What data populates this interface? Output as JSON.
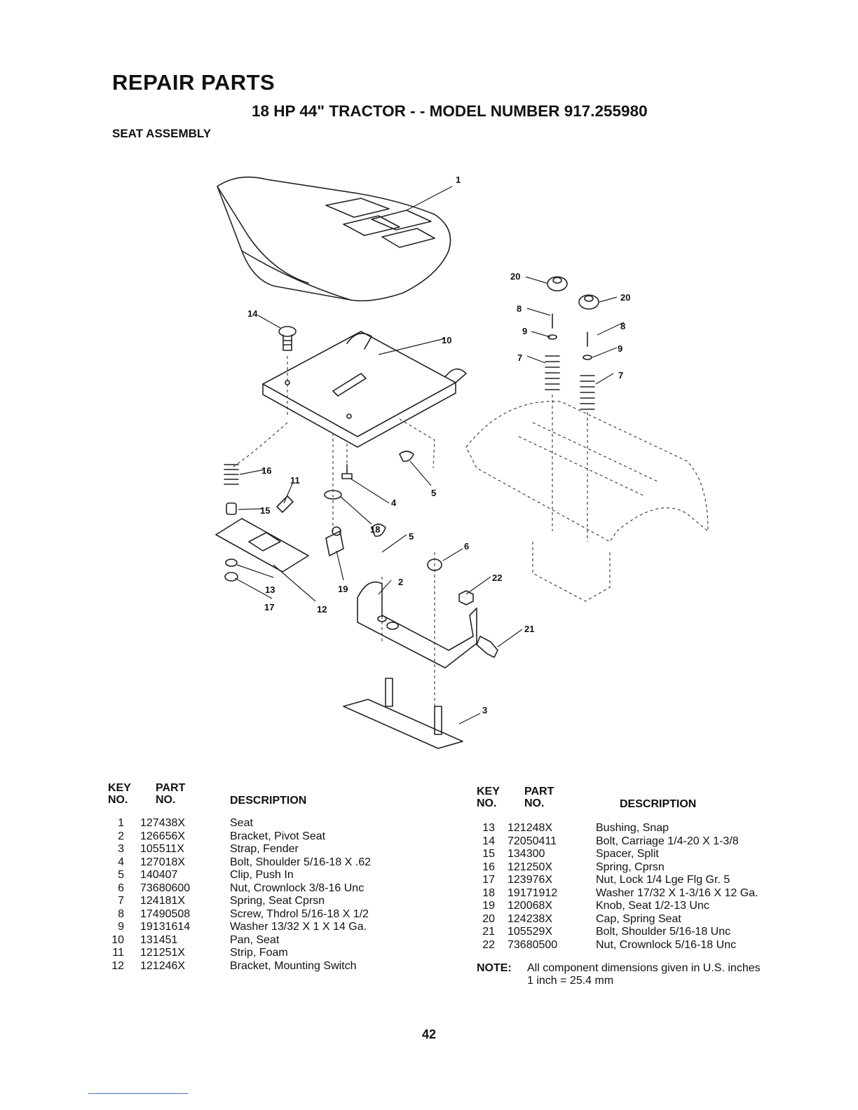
{
  "header": {
    "title": "REPAIR PARTS",
    "subtitle": "18 HP 44\" TRACTOR - - MODEL NUMBER 917.255980",
    "section": "SEAT ASSEMBLY"
  },
  "diagram": {
    "callouts": [
      "1",
      "2",
      "3",
      "4",
      "5",
      "5",
      "6",
      "7",
      "7",
      "8",
      "8",
      "9",
      "9",
      "10",
      "11",
      "12",
      "13",
      "14",
      "15",
      "16",
      "17",
      "18",
      "19",
      "20",
      "20",
      "21",
      "22"
    ]
  },
  "table_headers": {
    "key_line1": "KEY",
    "key_line2": "NO.",
    "part_line1": "PART",
    "part_line2": "NO.",
    "description": "DESCRIPTION"
  },
  "parts_left": [
    {
      "key": "1",
      "part": "127438X",
      "desc": "Seat"
    },
    {
      "key": "2",
      "part": "126656X",
      "desc": "Bracket, Pivot Seat"
    },
    {
      "key": "3",
      "part": "105511X",
      "desc": "Strap, Fender"
    },
    {
      "key": "4",
      "part": "127018X",
      "desc": "Bolt, Shoulder 5/16-18 X .62"
    },
    {
      "key": "5",
      "part": "140407",
      "desc": "Clip, Push In"
    },
    {
      "key": "6",
      "part": "73680600",
      "desc": "Nut, Crownlock 3/8-16 Unc"
    },
    {
      "key": "7",
      "part": "124181X",
      "desc": "Spring, Seat Cprsn"
    },
    {
      "key": "8",
      "part": "17490508",
      "desc": "Screw, Thdrol 5/16-18 X 1/2"
    },
    {
      "key": "9",
      "part": "19131614",
      "desc": "Washer 13/32 X 1 X 14 Ga."
    },
    {
      "key": "10",
      "part": "131451",
      "desc": "Pan, Seat"
    },
    {
      "key": "11",
      "part": "121251X",
      "desc": "Strip, Foam"
    },
    {
      "key": "12",
      "part": "121246X",
      "desc": "Bracket, Mounting Switch"
    }
  ],
  "parts_right": [
    {
      "key": "13",
      "part": "121248X",
      "desc": "Bushing, Snap"
    },
    {
      "key": "14",
      "part": "72050411",
      "desc": "Bolt, Carriage 1/4-20 X 1-3/8"
    },
    {
      "key": "15",
      "part": "134300",
      "desc": "Spacer, Split"
    },
    {
      "key": "16",
      "part": "121250X",
      "desc": "Spring, Cprsn"
    },
    {
      "key": "17",
      "part": "123976X",
      "desc": "Nut, Lock 1/4 Lge Flg Gr. 5"
    },
    {
      "key": "18",
      "part": "19171912",
      "desc": "Washer 17/32 X 1-3/16 X 12 Ga."
    },
    {
      "key": "19",
      "part": "120068X",
      "desc": "Knob, Seat 1/2-13 Unc"
    },
    {
      "key": "20",
      "part": "124238X",
      "desc": "Cap, Spring Seat"
    },
    {
      "key": "21",
      "part": "105529X",
      "desc": "Bolt, Shoulder 5/16-18 Unc"
    },
    {
      "key": "22",
      "part": "73680500",
      "desc": "Nut, Crownlock 5/16-18 Unc"
    }
  ],
  "note": {
    "label": "NOTE:",
    "line1": "All component dimensions given in U.S. inches",
    "line2": "1 inch = 25.4 mm"
  },
  "page_number": "42"
}
